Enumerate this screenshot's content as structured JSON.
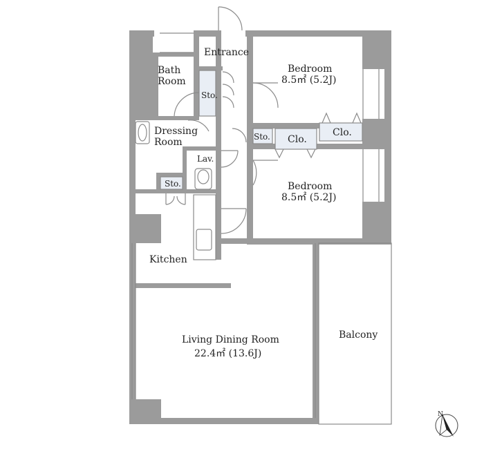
{
  "rooms": {
    "entrance": "Entrance",
    "bath_line1": "Bath",
    "bath_line2": "Room",
    "storage_entrance": "Sto.",
    "dressing_line1": "Dressing",
    "dressing_line2": "Room",
    "lavatory": "Lav.",
    "storage_dressing": "Sto.",
    "storage_hall": "Sto.",
    "closet_1": "Clo.",
    "closet_2": "Clo.",
    "bedroom_1_name": "Bedroom",
    "bedroom_1_area": "8.5㎡ (5.2J)",
    "bedroom_2_name": "Bedroom",
    "bedroom_2_area": "8.5㎡ (5.2J)",
    "kitchen": "Kitchen",
    "living_name": "Living Dining Room",
    "living_area": "22.4㎡ (13.6J)",
    "balcony": "Balcony"
  },
  "compass": {
    "label": "N"
  },
  "colors": {
    "wall": "#9b9b9b",
    "storage": "#e9eef5",
    "line": "#8a8a8a"
  }
}
